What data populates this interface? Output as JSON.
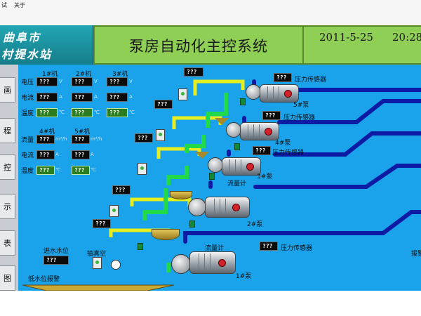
{
  "menu": {
    "items": [
      "试",
      "关于"
    ]
  },
  "logo": {
    "line1": "曲阜市",
    "line2": "村提水站"
  },
  "header": {
    "title": "泵房自动化主控系统",
    "date": "2011-5-25",
    "time": "20:28"
  },
  "nav": {
    "items": [
      "画",
      "程",
      "控",
      "示",
      "表",
      "图"
    ]
  },
  "meters": {
    "row1": {
      "labels": [
        "1#机",
        "2#机",
        "3#机"
      ]
    },
    "row2": {
      "labels": [
        "4#机",
        "5#机"
      ]
    },
    "param_labels": {
      "voltage": "电压",
      "current": "电流",
      "temperature": "温度",
      "flow": "流量"
    },
    "units": {
      "voltage": "V",
      "current": "A",
      "temperature": "℃",
      "flow": "m³/h"
    },
    "value": "???"
  },
  "tank": {
    "inlet_level": "进水水位",
    "low_level": "低水位报警",
    "level_value": "???"
  },
  "vacuum": {
    "label": "抽真空"
  },
  "pumps": [
    {
      "name": "1#泵"
    },
    {
      "name": "2#泵"
    },
    {
      "name": "3#泵"
    },
    {
      "name": "4#泵"
    },
    {
      "name": "5#泵"
    }
  ],
  "sensors": {
    "pressure": "压力传感器",
    "flowmeter": "流量计"
  },
  "right_edge": {
    "label": "报警"
  },
  "colors": {
    "screen_bg": "#1aa3ea",
    "title_bg": "#8fcf55",
    "pipe_yellow": "#e6ee1f",
    "pipe_green": "#22d94c",
    "pipe_navy": "#0c1aa4"
  }
}
